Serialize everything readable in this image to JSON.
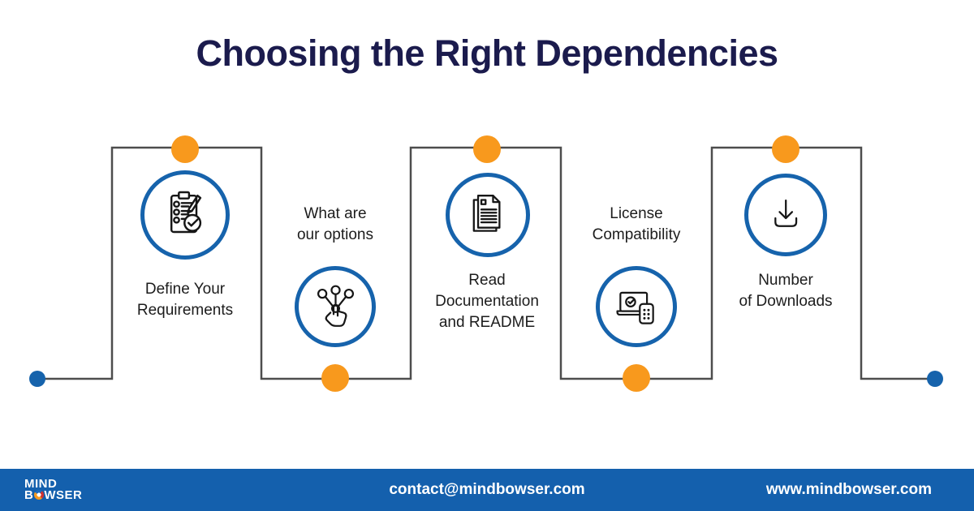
{
  "title": "Choosing the Right Dependencies",
  "steps": [
    {
      "label": "Define Your\nRequirements",
      "icon": "checklist-icon"
    },
    {
      "label": "What are\nour options",
      "icon": "options-icon"
    },
    {
      "label": "Read\nDocumentation\nand README",
      "icon": "documentation-icon"
    },
    {
      "label": "License\nCompatibility",
      "icon": "license-icon"
    },
    {
      "label": "Number\nof Downloads",
      "icon": "downloads-icon"
    }
  ],
  "footer": {
    "logo_line1": "MIND",
    "logo_line2_start": "B",
    "logo_line2_end": "WSER",
    "contact_email": "contact@mindbowser.com",
    "website": "www.mindbowser.com"
  },
  "colors": {
    "accent_orange": "#F8991D",
    "accent_blue": "#1663AC",
    "title_navy": "#1B1B4D",
    "line_gray": "#4D4D4D",
    "footer_blue": "#1460AD"
  }
}
